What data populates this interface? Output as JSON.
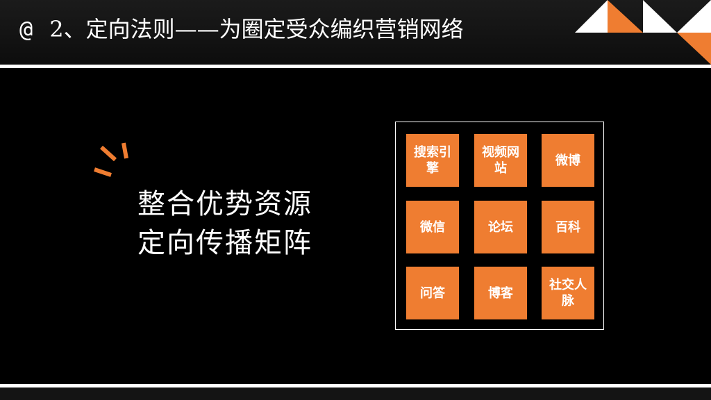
{
  "header": {
    "at_symbol": "@",
    "title": "2、定向法则——为圈定受众编织营销网络"
  },
  "headline": {
    "line1": "整合优势资源",
    "line2": "定向传播矩阵"
  },
  "colors": {
    "accent": "#ef7d31",
    "background": "#000000",
    "text": "#ffffff"
  },
  "grid": {
    "tiles": [
      {
        "label": "搜索引擎"
      },
      {
        "label": "视频网站"
      },
      {
        "label": "微博"
      },
      {
        "label": "微信"
      },
      {
        "label": "论坛"
      },
      {
        "label": "百科"
      },
      {
        "label": "问答"
      },
      {
        "label": "博客"
      },
      {
        "label": "社交人脉"
      }
    ]
  }
}
